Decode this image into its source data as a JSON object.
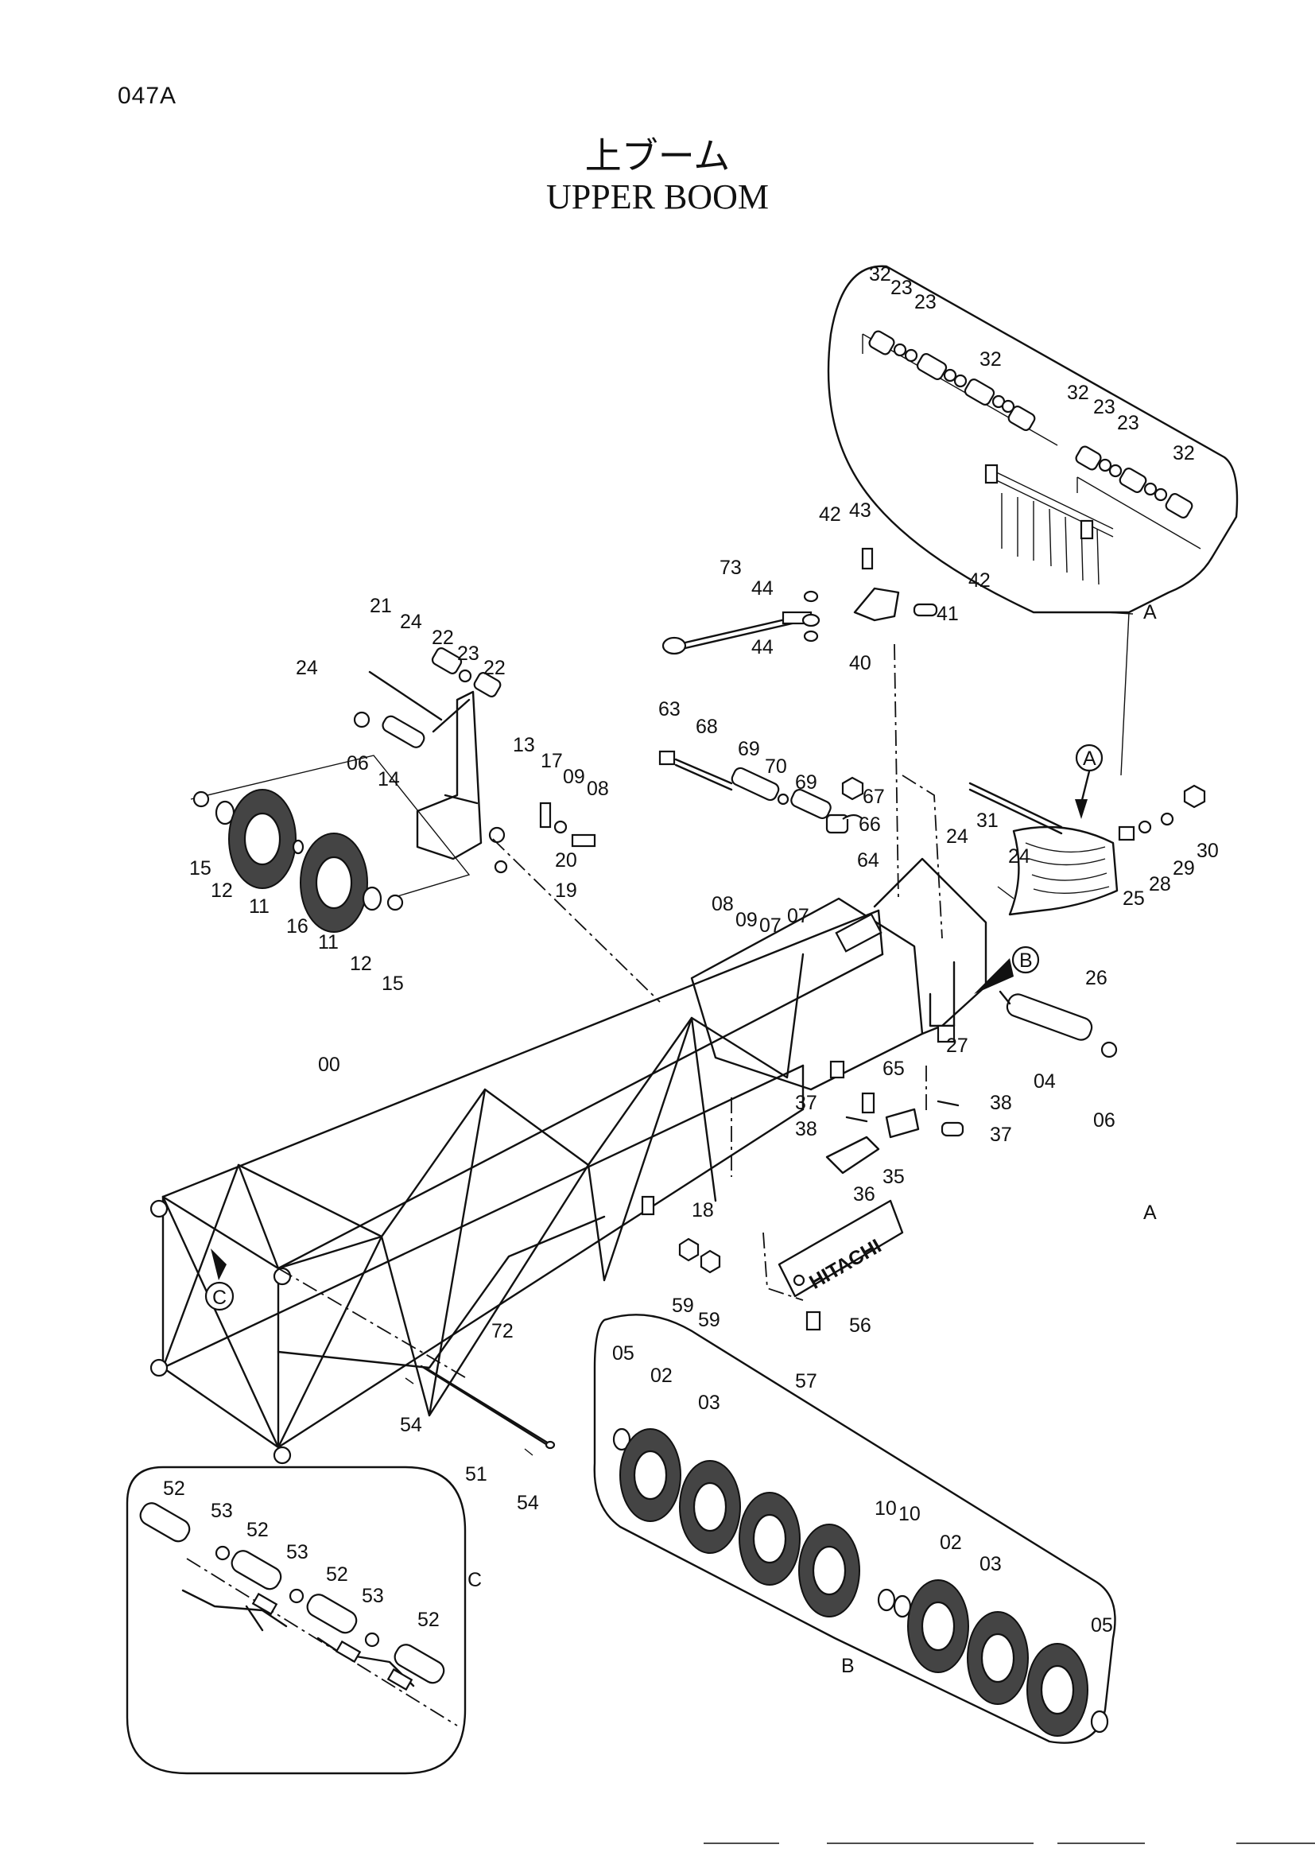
{
  "page_code": "047A",
  "title_jp": "上ブーム",
  "title_en": "UPPER BOOM",
  "detail_markers": [
    "A",
    "B",
    "C"
  ],
  "detail_views": {
    "A": {
      "label": "A",
      "parts": [
        "32",
        "23",
        "23",
        "32",
        "32",
        "23",
        "23",
        "32"
      ]
    },
    "B": {
      "label": "B",
      "parts": [
        "05",
        "02",
        "03",
        "10",
        "10",
        "02",
        "03",
        "05"
      ]
    },
    "C": {
      "label": "C",
      "parts": [
        "52",
        "53",
        "52",
        "53",
        "52",
        "53",
        "52"
      ]
    }
  },
  "main_parts": [
    "42",
    "43",
    "73",
    "44",
    "42",
    "44",
    "41",
    "40",
    "21",
    "24",
    "22",
    "23",
    "22",
    "24",
    "06",
    "14",
    "13",
    "17",
    "09",
    "08",
    "63",
    "68",
    "69",
    "70",
    "69",
    "67",
    "66",
    "64",
    "15",
    "12",
    "11",
    "16",
    "11",
    "12",
    "15",
    "20",
    "19",
    "08",
    "09",
    "07",
    "07",
    "24",
    "31",
    "24",
    "25",
    "28",
    "29",
    "30",
    "26",
    "65",
    "27",
    "04",
    "06",
    "00",
    "37",
    "38",
    "38",
    "37",
    "35",
    "36",
    "18",
    "59",
    "59",
    "56",
    "57",
    "72",
    "54",
    "51",
    "54"
  ],
  "brand_plate": "HITACHI"
}
